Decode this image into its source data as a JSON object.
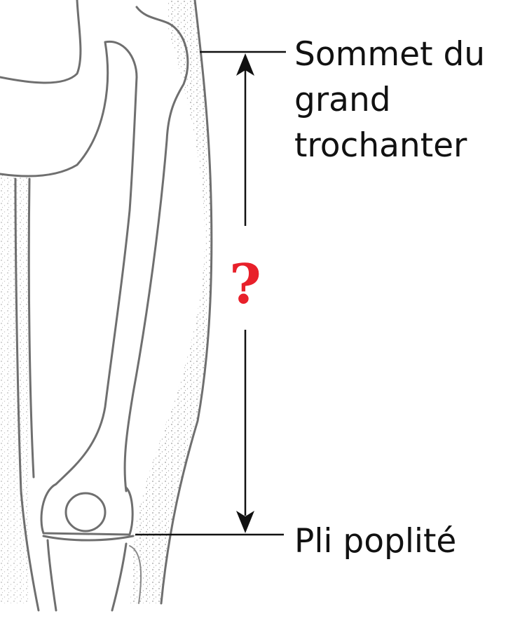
{
  "labels": {
    "top_line1": "Sommet du",
    "top_line2": "grand",
    "top_line3": "trochanter",
    "bottom": "Pli poplité",
    "unknown": "?"
  },
  "colors": {
    "question_mark": "#e8202a",
    "text": "#111111",
    "outline": "#6f6f6f"
  }
}
